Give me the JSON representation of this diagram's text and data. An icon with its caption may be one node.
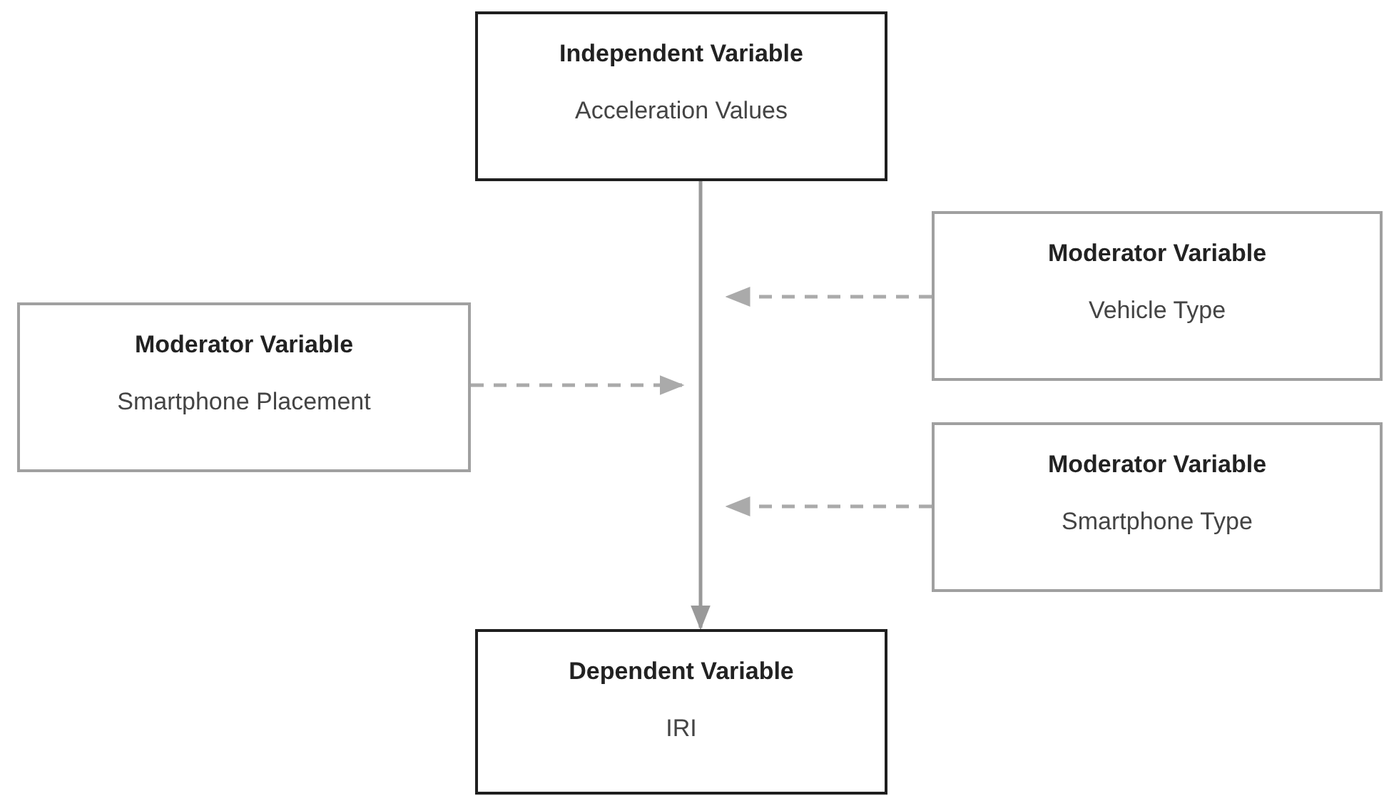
{
  "diagram": {
    "nodes": [
      {
        "text": [
          "Independent Variable",
          "Acceleration Values"
        ]
      },
      {
        "text": [
          "Moderator Variable",
          "Vehicle Type"
        ]
      },
      {
        "text": [
          "Moderator Variable",
          "Smartphone Placement"
        ]
      },
      {
        "text": [
          "Moderator Variable",
          "Smartphone Type"
        ]
      },
      {
        "text": [
          "Dependent Variable",
          "IRI"
        ]
      }
    ],
    "edges": [
      {
        "from": 0,
        "to": 4,
        "arrow": "to"
      },
      {
        "from": 1,
        "to": null,
        "arrow": "to",
        "style": "dashed"
      },
      {
        "from": 2,
        "to": null,
        "arrow": "to",
        "style": "dashed"
      },
      {
        "from": 3,
        "to": null,
        "arrow": "to",
        "style": "dashed"
      }
    ]
  }
}
